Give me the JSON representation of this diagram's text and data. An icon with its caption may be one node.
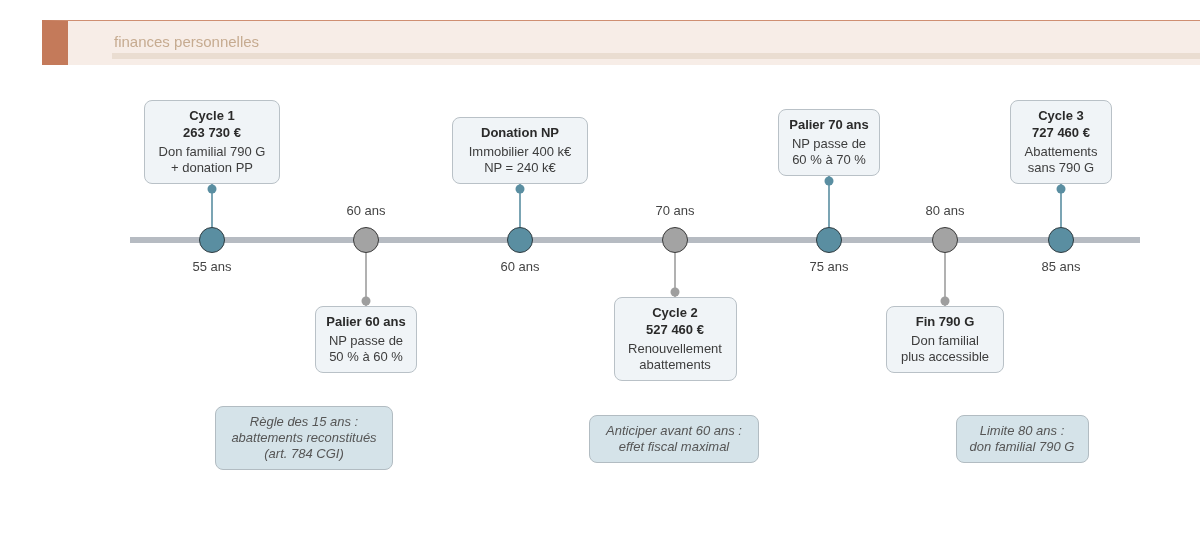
{
  "diagram": {
    "nodes": [
      {
        "text": [],
        "shape": "circle",
        "beside": [
          "55 ans"
        ]
      },
      {
        "text": [
          "Cycle 1",
          "263 730 €",
          "Don familial 790 G + donation PP"
        ]
      },
      {
        "text": [],
        "shape": "circle",
        "beside": [
          "60 ans"
        ]
      },
      {
        "text": [
          "Palier 60 ans",
          "NP passe de 50 % à 60 %"
        ]
      },
      {
        "text": [],
        "shape": "circle",
        "beside": [
          "60 ans"
        ]
      },
      {
        "text": [
          "Donation NP",
          "Immobilier 400 k€ NP = 240 k€"
        ]
      },
      {
        "text": [],
        "shape": "circle",
        "beside": [
          "70 ans"
        ]
      },
      {
        "text": [
          "Cycle 2",
          "527 460 €",
          "Renouvellement abattements"
        ]
      },
      {
        "text": [],
        "shape": "circle",
        "beside": [
          "75 ans"
        ]
      },
      {
        "text": [
          "Palier 70 ans",
          "NP passe de 60 % à 70 %"
        ]
      },
      {
        "text": [],
        "shape": "circle",
        "beside": [
          "80 ans"
        ]
      },
      {
        "text": [
          "Fin 790 G",
          "Don familial plus accessible"
        ]
      },
      {
        "text": [],
        "shape": "circle",
        "beside": [
          "85 ans"
        ]
      },
      {
        "text": [
          "Cycle 3",
          "727 460 €",
          "Abattements sans 790 G"
        ]
      },
      {
        "text": [
          "Règle des 15 ans : abattements reconstitués (art. 784 CGI)"
        ]
      },
      {
        "text": [
          "Anticiper avant 60 ans : effet fiscal maximal"
        ]
      },
      {
        "text": [
          "Limite 80 ans : don familial 790 G"
        ]
      }
    ],
    "edges": [
      {
        "from": 0,
        "to": 1,
        "arrow": "other"
      },
      {
        "from": 2,
        "to": 3,
        "arrow": "other",
        "color": "#9e9e9e"
      },
      {
        "from": 4,
        "to": 5,
        "arrow": "other"
      },
      {
        "from": 6,
        "to": 7,
        "arrow": "other",
        "color": "#9e9e9e"
      },
      {
        "from": 8,
        "to": 9,
        "arrow": "other"
      },
      {
        "from": 10,
        "to": 11,
        "arrow": "other",
        "color": "#9e9e9e"
      },
      {
        "from": 12,
        "to": 13,
        "arrow": "other"
      }
    ],
    "labels": [
      "finances personnelles"
    ]
  }
}
